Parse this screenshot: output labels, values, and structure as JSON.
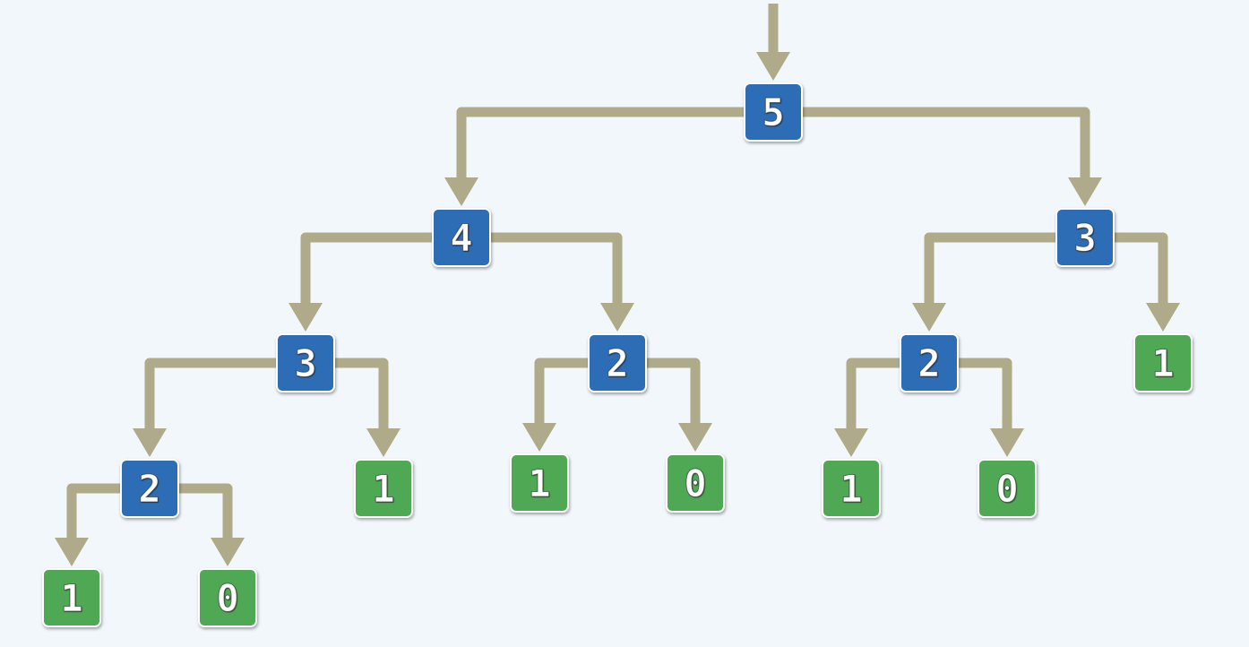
{
  "diagram": {
    "colors": {
      "background": "#f2f7fc",
      "internal_node": "#2d6db5",
      "leaf_node": "#4fa854",
      "edge": "#aeaa8a",
      "node_border": "#ffffff"
    },
    "nodes": [
      {
        "id": "n5",
        "label": "5",
        "kind": "internal"
      },
      {
        "id": "n4",
        "label": "4",
        "kind": "internal"
      },
      {
        "id": "n3r",
        "label": "3",
        "kind": "internal"
      },
      {
        "id": "n3l",
        "label": "3",
        "kind": "internal"
      },
      {
        "id": "n2m",
        "label": "2",
        "kind": "internal"
      },
      {
        "id": "n2r",
        "label": "2",
        "kind": "internal"
      },
      {
        "id": "n1rr",
        "label": "1",
        "kind": "leaf"
      },
      {
        "id": "n2l",
        "label": "2",
        "kind": "internal"
      },
      {
        "id": "n1a",
        "label": "1",
        "kind": "leaf"
      },
      {
        "id": "n1b",
        "label": "1",
        "kind": "leaf"
      },
      {
        "id": "n0b",
        "label": "0",
        "kind": "leaf"
      },
      {
        "id": "n1c",
        "label": "1",
        "kind": "leaf"
      },
      {
        "id": "n0c",
        "label": "0",
        "kind": "leaf"
      },
      {
        "id": "n1d",
        "label": "1",
        "kind": "leaf"
      },
      {
        "id": "n0d",
        "label": "0",
        "kind": "leaf"
      }
    ],
    "edges": [
      [
        "n5",
        "n4"
      ],
      [
        "n5",
        "n3r"
      ],
      [
        "n4",
        "n3l"
      ],
      [
        "n4",
        "n2m"
      ],
      [
        "n3r",
        "n2r"
      ],
      [
        "n3r",
        "n1rr"
      ],
      [
        "n3l",
        "n2l"
      ],
      [
        "n3l",
        "n1a"
      ],
      [
        "n2m",
        "n1b"
      ],
      [
        "n2m",
        "n0b"
      ],
      [
        "n2r",
        "n1c"
      ],
      [
        "n2r",
        "n0c"
      ],
      [
        "n2l",
        "n1d"
      ],
      [
        "n2l",
        "n0d"
      ]
    ]
  }
}
